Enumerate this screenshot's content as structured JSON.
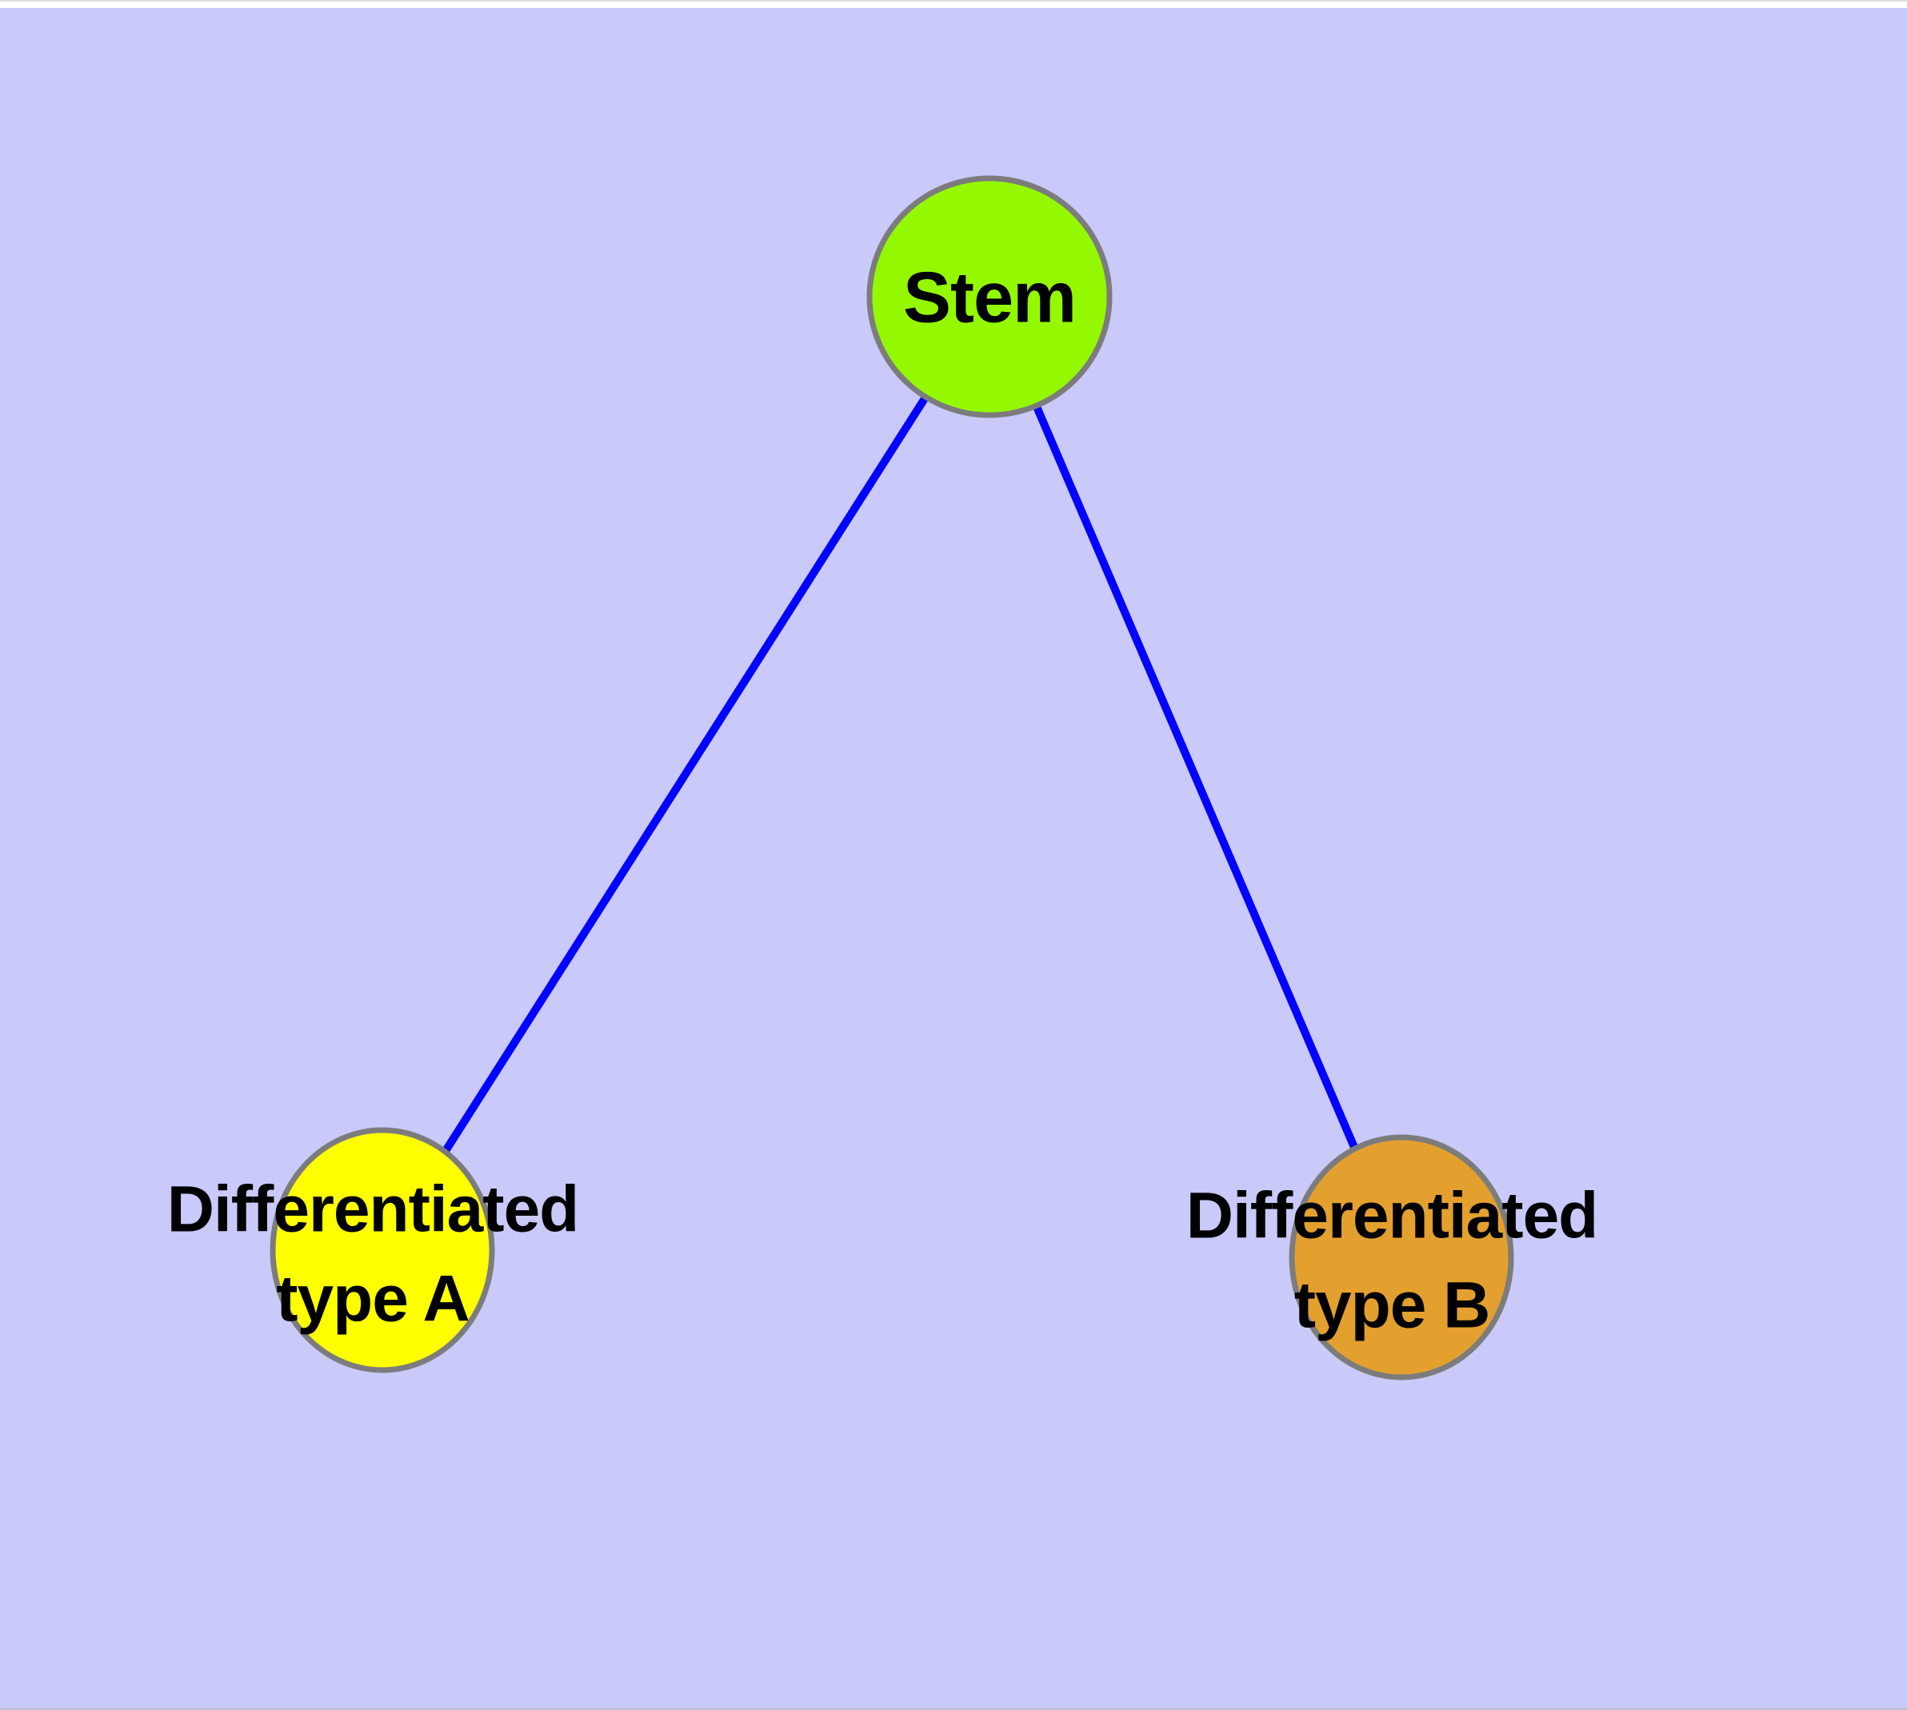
{
  "diagram": {
    "background_color": "#C9C9FA",
    "text_color": "#000000",
    "edge_color": "#0202FF",
    "node_border_color": "#7C7C7C",
    "nodes": {
      "stem": {
        "id": "stem",
        "label": "Stem",
        "fill": "#94F900"
      },
      "type_a": {
        "id": "type_a",
        "label": "Differentiated\ntype A",
        "fill": "#FFFF00"
      },
      "type_b": {
        "id": "type_b",
        "label": "Differentiated\ntype B",
        "fill": "#E4A02E"
      }
    },
    "edges": [
      {
        "from": "stem",
        "to": "type_a"
      },
      {
        "from": "stem",
        "to": "type_b"
      }
    ]
  }
}
